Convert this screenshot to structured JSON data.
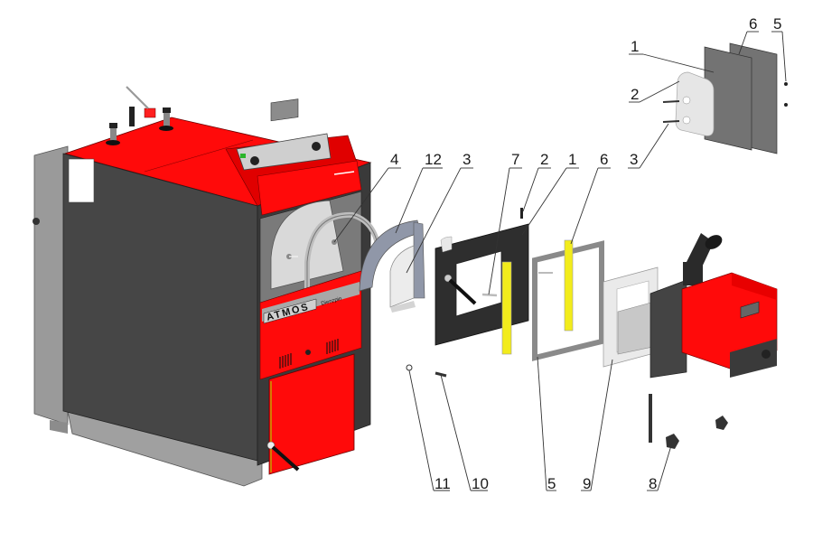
{
  "diagram": {
    "type": "exploded-parts-view",
    "brand_plate": {
      "brand": "ATMOS",
      "model": "Dienzpin"
    },
    "colors": {
      "boiler_red": "#ff0a0a",
      "panel_dark": "#454545",
      "frame_grey": "#8a8a8a",
      "insulation_light": "#e6e6e6",
      "seal_yellow": "#f2ec1c",
      "line": "#333333"
    },
    "callouts_inset": [
      {
        "id": "1",
        "label": "1",
        "part": "inset-plate-front"
      },
      {
        "id": "2",
        "label": "2",
        "part": "inset-cover-box"
      },
      {
        "id": "3",
        "label": "3",
        "part": "inset-screws"
      },
      {
        "id": "6",
        "label": "6",
        "part": "inset-plate-rear"
      },
      {
        "id": "5",
        "label": "5",
        "part": "inset-nuts"
      }
    ],
    "callouts_top": [
      {
        "id": "4",
        "label": "4",
        "part": "door-pin"
      },
      {
        "id": "12",
        "label": "12",
        "part": "door-arch-insulation"
      },
      {
        "id": "3",
        "label": "3",
        "part": "door-insulation-board"
      },
      {
        "id": "7",
        "label": "7",
        "part": "hinge-pin"
      },
      {
        "id": "2",
        "label": "2",
        "part": "latch-bar"
      },
      {
        "id": "1",
        "label": "1",
        "part": "burner-door-plate"
      },
      {
        "id": "6",
        "label": "6",
        "part": "yellow-seal-strip"
      }
    ],
    "callouts_bottom": [
      {
        "id": "11",
        "label": "11",
        "part": "washer-nut"
      },
      {
        "id": "10",
        "label": "10",
        "part": "bolt"
      },
      {
        "id": "5",
        "label": "5",
        "part": "steel-frame"
      },
      {
        "id": "9",
        "label": "9",
        "part": "burner-flange-insulation"
      },
      {
        "id": "8",
        "label": "8",
        "part": "knob"
      }
    ]
  }
}
